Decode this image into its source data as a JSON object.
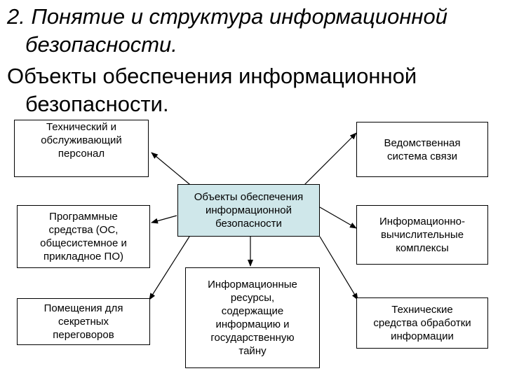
{
  "header": {
    "title_line1": "2. Понятие и структура информационной",
    "title_line2": "безопасности.",
    "subtitle_line1": "Объекты обеспечения информационной",
    "subtitle_line2": "безопасности."
  },
  "diagram": {
    "center": [
      "Объекты обеспечения",
      "информационной",
      "безопасности"
    ],
    "personnel": [
      "Технический и",
      "обслуживающий",
      "персонал"
    ],
    "software": [
      "Программные",
      "средства (ОС,",
      "общесистемное и",
      "прикладное ПО)"
    ],
    "rooms": [
      "Помещения для",
      "секретных",
      "переговоров"
    ],
    "resources": [
      "Информационные",
      "ресурсы,",
      "содержащие",
      "информацию и",
      "государственную",
      "тайну"
    ],
    "comm": [
      "Ведомственная",
      "система связи"
    ],
    "computing": [
      "Информационно-",
      "вычислительные",
      "комплексы"
    ],
    "processing": [
      "Технические",
      "средства обработки",
      "информации"
    ]
  }
}
